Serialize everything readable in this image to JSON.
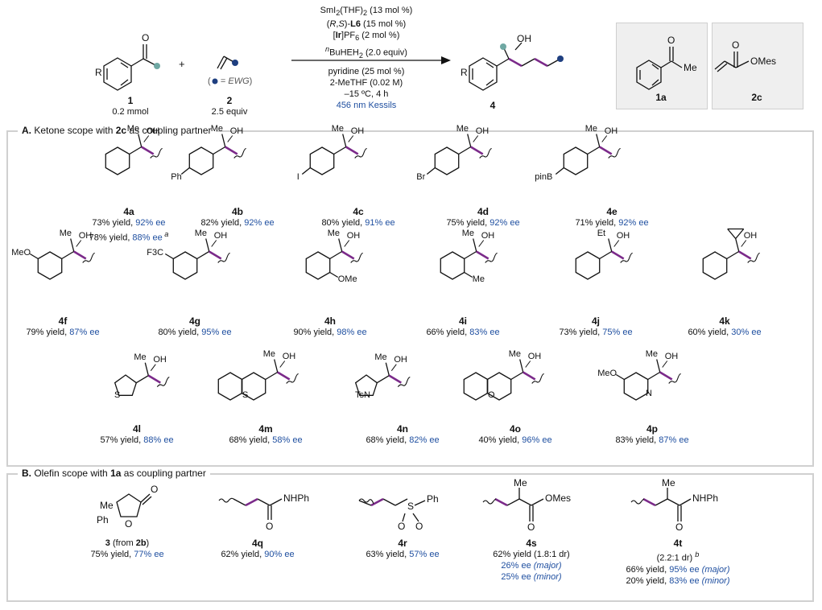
{
  "header": {
    "reactant1": {
      "id": "1",
      "amount": "0.2 mmol",
      "r_label": "R"
    },
    "plus": "+",
    "reactant2": {
      "id": "2",
      "amount": "2.5 equiv",
      "legend": "( = EWG)"
    },
    "conditions_above": [
      "SmI2(THF)2 (13 mol %)",
      "(R,S)-L6 (15 mol %)",
      "[Ir]PF6 (2 mol %)",
      "nBuHEH2 (2.0 equiv)"
    ],
    "conditions_below": [
      "pyridine (25 mol %)",
      "2-MeTHF (0.02 M)",
      "–15 ºC, 4 h"
    ],
    "light": "456 nm Kessils",
    "product": {
      "id": "4",
      "oh": "OH",
      "r_label": "R"
    },
    "box1": {
      "id": "1a",
      "sub": "Me",
      "o": "O"
    },
    "box2": {
      "id": "2c",
      "sub": "OMes",
      "o": "O"
    }
  },
  "section_a": {
    "title_prefix": "A.",
    "title_text": "Ketone scope with",
    "title_bold": "2c",
    "title_suffix": "as coupling partner",
    "compounds": [
      {
        "id": "4a",
        "yield": "73% yield, ",
        "ee": "92% ee",
        "yield2": "78% yield, ",
        "ee2": "88% ee",
        "note2": "a",
        "top": "Me",
        "oh": "OH"
      },
      {
        "id": "4b",
        "yield": "82% yield, ",
        "ee": "92% ee",
        "sub": "Ph",
        "top": "Me",
        "oh": "OH"
      },
      {
        "id": "4c",
        "yield": "80% yield, ",
        "ee": "91% ee",
        "sub": "I",
        "top": "Me",
        "oh": "OH"
      },
      {
        "id": "4d",
        "yield": "75% yield, ",
        "ee": "92% ee",
        "sub": "Br",
        "top": "Me",
        "oh": "OH"
      },
      {
        "id": "4e",
        "yield": "71% yield, ",
        "ee": "92% ee",
        "sub": "pinB",
        "top": "Me",
        "oh": "OH"
      },
      {
        "id": "4f",
        "yield": "79% yield, ",
        "ee": "87% ee",
        "sub": "MeO",
        "top": "Me",
        "oh": "OH"
      },
      {
        "id": "4g",
        "yield": "80% yield, ",
        "ee": "95% ee",
        "sub": "F3C",
        "top": "Me",
        "oh": "OH"
      },
      {
        "id": "4h",
        "yield": "90% yield, ",
        "ee": "98% ee",
        "sub": "OMe",
        "top": "Me",
        "oh": "OH"
      },
      {
        "id": "4i",
        "yield": "66% yield, ",
        "ee": "83% ee",
        "sub": "Me",
        "top": "Me",
        "oh": "OH"
      },
      {
        "id": "4j",
        "yield": "73% yield, ",
        "ee": "75% ee",
        "top": "Et",
        "oh": "OH"
      },
      {
        "id": "4k",
        "yield": "60% yield, ",
        "ee": "30% ee",
        "oh": "OH"
      },
      {
        "id": "4l",
        "yield": "57% yield, ",
        "ee": "88% ee",
        "het": "S",
        "top": "Me",
        "oh": "OH"
      },
      {
        "id": "4m",
        "yield": "68% yield, ",
        "ee": "58% ee",
        "het": "S",
        "top": "Me",
        "oh": "OH"
      },
      {
        "id": "4n",
        "yield": "68% yield, ",
        "ee": "82% ee",
        "het": "TsN",
        "top": "Me",
        "oh": "OH"
      },
      {
        "id": "4o",
        "yield": "40% yield, ",
        "ee": "96% ee",
        "het": "O",
        "top": "Me",
        "oh": "OH"
      },
      {
        "id": "4p",
        "yield": "83% yield, ",
        "ee": "87% ee",
        "het": "N",
        "sub": "MeO",
        "top": "Me",
        "oh": "OH"
      }
    ]
  },
  "section_b": {
    "title_prefix": "B.",
    "title_text": "Olefin scope with",
    "title_bold": "1a",
    "title_suffix": "as coupling partner",
    "compounds": [
      {
        "id": "3",
        "from": "(from",
        "from_bold": "2b",
        "from_end": ")",
        "yield": "75% yield, ",
        "ee": "77% ee",
        "me": "Me",
        "ph": "Ph",
        "o1": "O",
        "o2": "O"
      },
      {
        "id": "4q",
        "yield": "62% yield, ",
        "ee": "90% ee",
        "group": "NHPh",
        "o": "O"
      },
      {
        "id": "4r",
        "yield": "63% yield, ",
        "ee": "57% ee",
        "s": "S",
        "ph": "Ph",
        "o": "O"
      },
      {
        "id": "4s",
        "line1": "62% yield (1.8:1 dr)",
        "ee_major": "26% ee",
        "major": "(major)",
        "ee_minor": "25% ee",
        "minor": "(minor)",
        "me": "Me",
        "group": "OMes",
        "o": "O"
      },
      {
        "id": "4t",
        "dr": "(2.2:1 dr)",
        "note": "b",
        "yield_major": "66% yield, ",
        "ee_major": "95% ee",
        "major": "(major)",
        "yield_minor": "20% yield, ",
        "ee_minor": "83% ee",
        "minor": "(minor)",
        "me": "Me",
        "group": "NHPh",
        "o": "O"
      }
    ]
  }
}
